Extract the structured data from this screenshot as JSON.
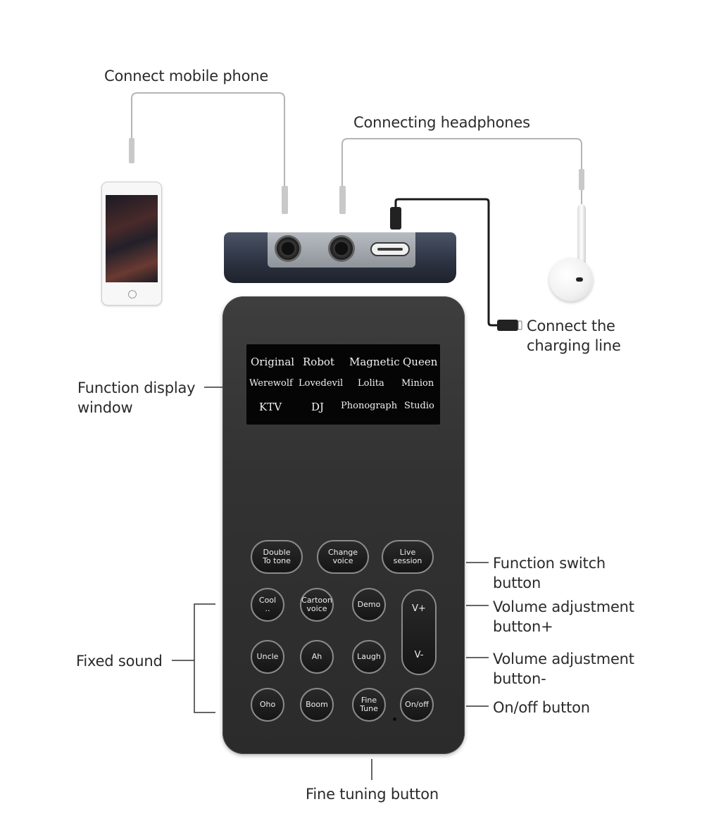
{
  "labels": {
    "connect_phone": "Connect mobile phone",
    "connect_headphones": "Connecting headphones",
    "connect_charging_1": "Connect the",
    "connect_charging_2": "charging line",
    "function_display_1": "Function display",
    "function_display_2": "window",
    "function_switch_1": "Function switch",
    "function_switch_2": "button",
    "volume_up_1": "Volume adjustment",
    "volume_up_2": "button+",
    "volume_down_1": "Volume adjustment",
    "volume_down_2": "button-",
    "fixed_sound": "Fixed sound",
    "onoff": "On/off button",
    "fine_tuning": "Fine tuning button"
  },
  "display": {
    "row1": [
      "Original",
      "Robot",
      "Magnetic",
      "Queen"
    ],
    "row2": [
      "Werewolf",
      "Lovedevil",
      "Lolita",
      "Minion"
    ],
    "row3": [
      "KTV",
      "DJ",
      "Phonograph",
      "Studio"
    ]
  },
  "buttons": {
    "row1": [
      "Double\nTo tone",
      "Change\nvoice",
      "Live\nsession"
    ],
    "row2": [
      "Cool\n..",
      "Cartoon\nvoice",
      "Demo"
    ],
    "row3": [
      "Uncle",
      "Ah",
      "Laugh"
    ],
    "row4": [
      "Oho",
      "Boom",
      "Fine\nTune",
      "On/off"
    ],
    "vol_up": "V+",
    "vol_down": "V-"
  },
  "colors": {
    "device_body": "#323232",
    "display_bg": "#050505",
    "wire": "#b5b5b5",
    "charging_cable": "#1a1a1a"
  }
}
